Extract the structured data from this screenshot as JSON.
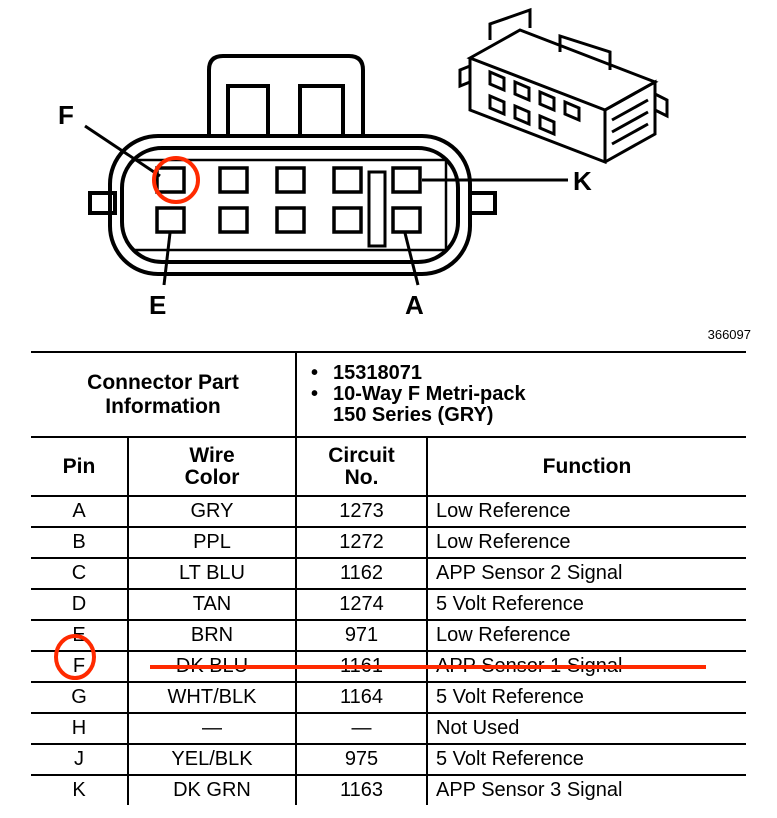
{
  "diagram": {
    "callouts": {
      "f": "F",
      "k": "K",
      "e": "E",
      "a": "A"
    },
    "figure_number": "366097"
  },
  "table": {
    "info_title": [
      "Connector Part",
      "Information"
    ],
    "part_number": "15318071",
    "part_description": [
      "10-Way F Metri-pack",
      "150 Series (GRY)"
    ],
    "bullet": "•",
    "headers": {
      "pin": "Pin",
      "wire_color": [
        "Wire",
        "Color"
      ],
      "circuit": [
        "Circuit",
        "No."
      ],
      "function": "Function"
    },
    "rows": [
      {
        "pin": "A",
        "color": "GRY",
        "circuit": "1273",
        "function": "Low Reference"
      },
      {
        "pin": "B",
        "color": "PPL",
        "circuit": "1272",
        "function": "Low Reference"
      },
      {
        "pin": "C",
        "color": "LT BLU",
        "circuit": "1162",
        "function": "APP Sensor 2 Signal"
      },
      {
        "pin": "D",
        "color": "TAN",
        "circuit": "1274",
        "function": "5 Volt Reference"
      },
      {
        "pin": "E",
        "color": "BRN",
        "circuit": "971",
        "function": "Low Reference"
      },
      {
        "pin": "F",
        "color": "DK BLU",
        "circuit": "1161",
        "function": "APP Sensor 1 Signal"
      },
      {
        "pin": "G",
        "color": "WHT/BLK",
        "circuit": "1164",
        "function": "5 Volt Reference"
      },
      {
        "pin": "H",
        "color": "—",
        "circuit": "—",
        "function": "Not Used"
      },
      {
        "pin": "J",
        "color": "YEL/BLK",
        "circuit": "975",
        "function": "5 Volt Reference"
      },
      {
        "pin": "K",
        "color": "DK GRN",
        "circuit": "1163",
        "function": "APP Sensor 3 Signal"
      }
    ]
  },
  "annotations": {
    "highlight_color": "#ff2a00",
    "highlighted_pin": "F"
  }
}
